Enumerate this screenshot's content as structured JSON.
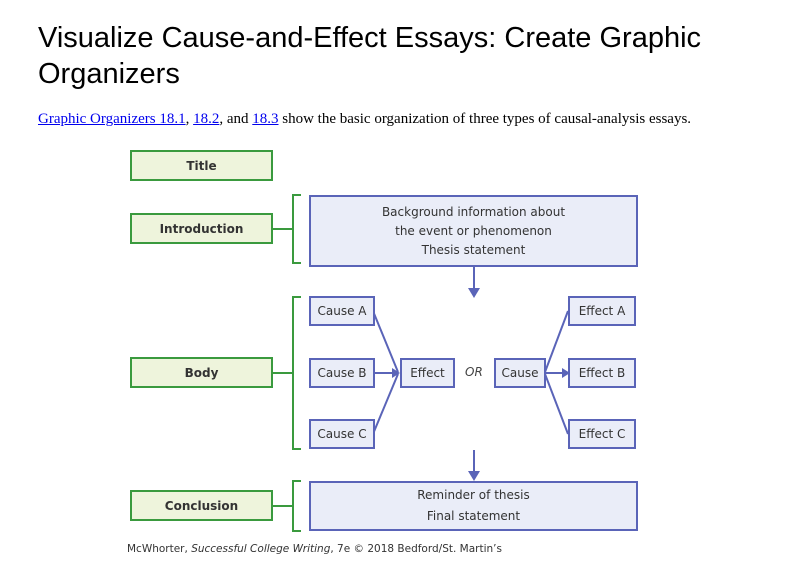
{
  "page": {
    "title": "Visualize Cause-and-Effect Essays: Create Graphic Organizers",
    "intro": {
      "link1": "Graphic Organizers 18.1",
      "sep1": ", ",
      "link2": "18.2",
      "sep2": ", and ",
      "link3": "18.3",
      "rest": " show the basic organization of three types of causal-analysis essays."
    }
  },
  "organizer": {
    "sections": {
      "title": "Title",
      "introduction": "Introduction",
      "body": "Body",
      "conclusion": "Conclusion"
    },
    "intro_box": {
      "line1": "Background information about",
      "line2": "the event or phenomenon",
      "line3": "Thesis statement"
    },
    "causes": [
      "Cause A",
      "Cause B",
      "Cause C"
    ],
    "effect": "Effect",
    "or_label": "OR",
    "cause": "Cause",
    "effects": [
      "Effect A",
      "Effect B",
      "Effect C"
    ],
    "conclusion_box": {
      "line1": "Reminder of thesis",
      "line2": "Final statement"
    }
  },
  "credit": {
    "author": "McWhorter, ",
    "book": "Successful College Writing",
    "rest": ", 7e © 2018 Bedford/St. Martin’s"
  },
  "colors": {
    "green_border": "#3a9a3e",
    "green_fill": "#eef4dc",
    "blue_border": "#5a64b8",
    "blue_fill": "#eaedf8",
    "link": "#0000ee"
  }
}
